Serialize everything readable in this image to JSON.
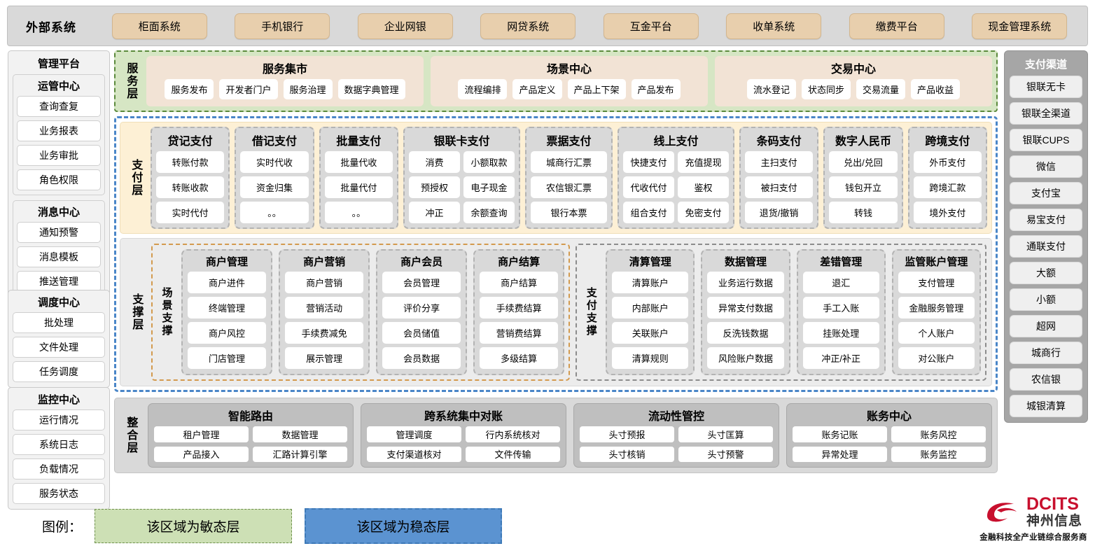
{
  "external": {
    "title": "外部系统",
    "items": [
      "柜面系统",
      "手机银行",
      "企业网银",
      "网贷系统",
      "互金平台",
      "收单系统",
      "缴费平台",
      "现金管理系统"
    ]
  },
  "management": {
    "title": "管理平台",
    "groups": [
      {
        "title": "运管中心",
        "items": [
          "查询查复",
          "业务报表",
          "业务审批",
          "角色权限"
        ]
      },
      {
        "title": "消息中心",
        "items": [
          "通知预警",
          "消息模板",
          "推送管理"
        ]
      }
    ],
    "standalone": [
      {
        "title": "调度中心",
        "items": [
          "批处理",
          "文件处理",
          "任务调度"
        ]
      },
      {
        "title": "监控中心",
        "items": [
          "运行情况",
          "系统日志",
          "负载情况",
          "服务状态"
        ]
      }
    ]
  },
  "channels": {
    "title": "支付渠道",
    "items": [
      "银联无卡",
      "银联全渠道",
      "银联CUPS",
      "微信",
      "支付宝",
      "易宝支付",
      "通联支付",
      "大额",
      "小额",
      "超网",
      "城商行",
      "农信银",
      "城银清算"
    ]
  },
  "service_layer": {
    "label": "服务层",
    "cards": [
      {
        "title": "服务集市",
        "items": [
          "服务发布",
          "开发者门户",
          "服务治理",
          "数据字典管理"
        ]
      },
      {
        "title": "场景中心",
        "items": [
          "流程编排",
          "产品定义",
          "产品上下架",
          "产品发布"
        ]
      },
      {
        "title": "交易中心",
        "items": [
          "流水登记",
          "状态同步",
          "交易流量",
          "产品收益"
        ]
      }
    ]
  },
  "pay_layer": {
    "label": "支付层",
    "groups": [
      {
        "title": "贷记支付",
        "cols": 1,
        "items": [
          "转账付款",
          "转账收款",
          "实时代付"
        ]
      },
      {
        "title": "借记支付",
        "cols": 1,
        "items": [
          "实时代收",
          "资金归集",
          "。。"
        ]
      },
      {
        "title": "批量支付",
        "cols": 1,
        "items": [
          "批量代收",
          "批量代付",
          "。。"
        ]
      },
      {
        "title": "银联卡支付",
        "cols": 2,
        "items": [
          "消费",
          "小额取款",
          "预授权",
          "电子现金",
          "冲正",
          "余额查询"
        ]
      },
      {
        "title": "票据支付",
        "cols": 1,
        "items": [
          "城商行汇票",
          "农信银汇票",
          "银行本票"
        ]
      },
      {
        "title": "线上支付",
        "cols": 2,
        "items": [
          "快捷支付",
          "充值提现",
          "代收代付",
          "鉴权",
          "组合支付",
          "免密支付"
        ]
      },
      {
        "title": "条码支付",
        "cols": 1,
        "items": [
          "主扫支付",
          "被扫支付",
          "退货/撤销"
        ]
      },
      {
        "title": "数字人民币",
        "cols": 1,
        "items": [
          "兑出/兑回",
          "钱包开立",
          "转钱"
        ]
      },
      {
        "title": "跨境支付",
        "cols": 1,
        "items": [
          "外币支付",
          "跨境汇款",
          "境外支付"
        ]
      }
    ]
  },
  "support_layer": {
    "label": "支撑层",
    "zones": [
      {
        "label": "场景支撑",
        "groups": [
          {
            "title": "商户管理",
            "items": [
              "商户进件",
              "终端管理",
              "商户风控",
              "门店管理"
            ]
          },
          {
            "title": "商户营销",
            "items": [
              "商户营销",
              "营销活动",
              "手续费减免",
              "展示管理"
            ]
          },
          {
            "title": "商户会员",
            "items": [
              "会员管理",
              "评价分享",
              "会员储值",
              "会员数据"
            ]
          },
          {
            "title": "商户结算",
            "items": [
              "商户结算",
              "手续费结算",
              "营销费结算",
              "多级结算"
            ]
          }
        ]
      },
      {
        "label": "支付支撑",
        "groups": [
          {
            "title": "清算管理",
            "items": [
              "清算账户",
              "内部账户",
              "关联账户",
              "清算规则"
            ]
          },
          {
            "title": "数据管理",
            "items": [
              "业务运行数据",
              "异常支付数据",
              "反洗钱数据",
              "风险账户数据"
            ]
          },
          {
            "title": "差错管理",
            "items": [
              "退汇",
              "手工入账",
              "挂账处理",
              "冲正/补正"
            ]
          },
          {
            "title": "监管账户管理",
            "items": [
              "支付管理",
              "金融服务管理",
              "个人账户",
              "对公账户"
            ]
          }
        ]
      }
    ]
  },
  "integration_layer": {
    "label": "整合层",
    "groups": [
      {
        "title": "智能路由",
        "items": [
          "租户管理",
          "数据管理",
          "产品接入",
          "汇路计算引擎"
        ]
      },
      {
        "title": "跨系统集中对账",
        "items": [
          "管理调度",
          "行内系统核对",
          "支付渠道核对",
          "文件传输"
        ]
      },
      {
        "title": "流动性管控",
        "items": [
          "头寸预报",
          "头寸匡算",
          "头寸核销",
          "头寸预警"
        ]
      },
      {
        "title": "账务中心",
        "items": [
          "账务记账",
          "账务风控",
          "异常处理",
          "账务监控"
        ]
      }
    ]
  },
  "legend": {
    "label": "图例：",
    "agile": "该区域为敏态层",
    "stable": "该区域为稳态层",
    "agile_color": "#cde0b5",
    "stable_color": "#5b93d1"
  },
  "logo": {
    "english": "DCITS",
    "chinese": "神州信息",
    "tagline": "金融科技全产业链综合服务商",
    "brand_color": "#c8102e"
  }
}
